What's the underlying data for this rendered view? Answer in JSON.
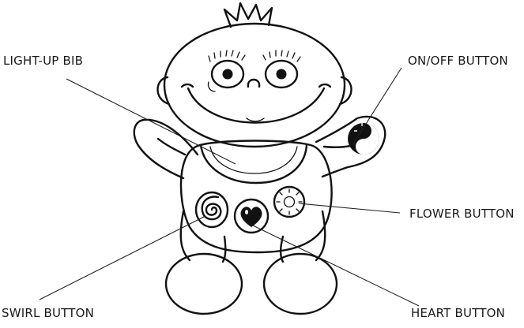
{
  "labels": {
    "light_up_bib": "LIGHT-UP BIB",
    "on_off_button": "ON/OFF BUTTON",
    "flower_button": "FLOWER BUTTON",
    "swirl_button": "SWIRL BUTTON",
    "heart_button": "HEART BUTTON"
  },
  "colors": {
    "ink": "#111111",
    "background": "#ffffff"
  }
}
